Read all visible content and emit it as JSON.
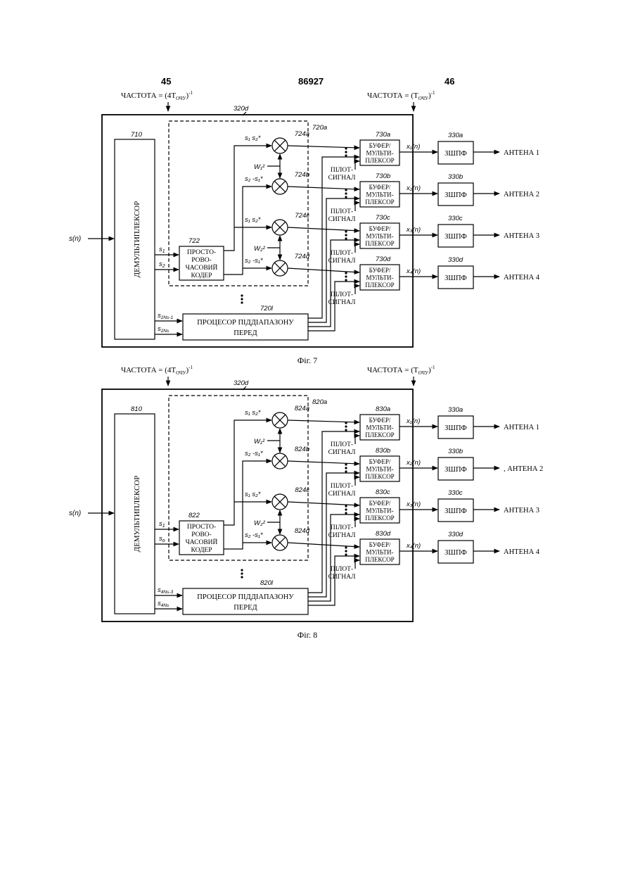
{
  "header": {
    "left_page": "45",
    "doc_number": "86927",
    "right_page": "46"
  },
  "figures": [
    {
      "caption": "Фіг. 7",
      "freq_left": "ЧАСТОТА = (4Т",
      "freq_left_sub": "ОЧУ",
      "freq_left_sup": "-1",
      "freq_right": "ЧАСТОТА = (Т",
      "freq_right_sub": "ОЧУ",
      "freq_right_sup": "-1",
      "frame_ref": "320d",
      "demux_ref": "710",
      "demux_label": "ДЕМУЛЬТИПЛЕКСОР",
      "input_label": "s(n)",
      "group_ref": "720a",
      "coder_ref": "722",
      "coder_lines": [
        "ПРОСТО-",
        "РОВО-",
        "ЧАСОВИЙ",
        "КОДЕР"
      ],
      "coder_in1": "s",
      "coder_in1_sub": "1",
      "coder_in2": "s",
      "coder_in2_sub": "2",
      "mult_refs": [
        "724a",
        "724b",
        "724c",
        "724d"
      ],
      "mult_labels": [
        "s₁  s₂*",
        "s₂ -s₁*",
        "s₁  s₂*",
        "s₂ -s₁*"
      ],
      "w_labels": [
        "W₁²",
        "W₂²"
      ],
      "buffer_refs": [
        "730a",
        "730b",
        "730c",
        "730d"
      ],
      "buffer_lines": [
        "БУФЕР/",
        "МУЛЬТИ-",
        "ПЛЕКСОР"
      ],
      "pilot_lines": [
        "ПІЛОТ-",
        "СИГНАЛ"
      ],
      "x_labels": [
        "x₁(n)",
        "x₂(n)",
        "x₃(n)",
        "x₄(n)"
      ],
      "filter_refs": [
        "330a",
        "330b",
        "330c",
        "330d"
      ],
      "filter_label": "ЗШПФ",
      "antennas": [
        "АНТЕНА 1",
        "АНТЕНА 2",
        "АНТЕНА 3",
        "АНТЕНА 4"
      ],
      "proc_ref": "720l",
      "proc_lines": [
        "ПРОЦЕСОР ПІДДІАПАЗОНУ",
        "ПЕРЕД"
      ],
      "sub_in1": "s",
      "sub_in1_sub": "2Ns-1",
      "sub_in2": "s",
      "sub_in2_sub": "2Ns"
    },
    {
      "caption": "Фіг. 8",
      "freq_left": "ЧАСТОТА = (4Т",
      "freq_left_sub": "ОЧУ",
      "freq_left_sup": "-1",
      "freq_right": "ЧАСТОТА = (Т",
      "freq_right_sub": "ОЧУ",
      "freq_right_sup": "-1",
      "frame_ref": "320d",
      "demux_ref": "810",
      "demux_label": "ДЕМУЛЬТИПЛЕКСОР",
      "input_label": "s(n)",
      "group_ref": "820a",
      "coder_ref": "822",
      "coder_lines": [
        "ПРОСТО-",
        "РОВО-",
        "ЧАСОВИЙ",
        "КОДЕР"
      ],
      "coder_in1": "s",
      "coder_in1_sub": "1",
      "coder_in2": "s",
      "coder_in2_sub": "o",
      "mult_refs": [
        "824a",
        "824b",
        "824c",
        "824d"
      ],
      "mult_labels": [
        "s₁  s₂*",
        "s₂ -s₁*",
        "s₁  s₂*",
        "s₂ -s₁*"
      ],
      "w_labels": [
        "W₁²",
        "W₂²"
      ],
      "buffer_refs": [
        "830a",
        "830b",
        "830c",
        "830d"
      ],
      "buffer_lines": [
        "БУФЕР/",
        "МУЛЬТИ-",
        "ПЛЕКСОР"
      ],
      "pilot_lines": [
        "ПІЛОТ-",
        "СИГНАЛ"
      ],
      "x_labels": [
        "x₁(n)",
        "x₂(n)",
        "x₃(n)",
        "x₄(n)"
      ],
      "filter_refs": [
        "330a",
        "330b",
        "330c",
        "330d"
      ],
      "filter_label": "ЗШПФ",
      "antennas": [
        "АНТЕНА 1",
        ", АНТЕНА 2",
        "АНТЕНА 3",
        "АНТЕНА 4"
      ],
      "proc_ref": "820l",
      "proc_lines": [
        "ПРОЦЕСОР ПІДДІАПАЗОНУ",
        "ПЕРЕД"
      ],
      "sub_in1": "s",
      "sub_in1_sub": "4Ns-3",
      "sub_in2": "s",
      "sub_in2_sub": "4Ns"
    }
  ]
}
